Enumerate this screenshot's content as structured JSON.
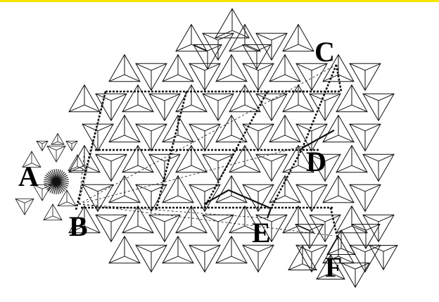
{
  "colors": {
    "top_rule": "#f2e600",
    "line": "#111111",
    "background": "#ffffff"
  },
  "figure": {
    "point_labels": [
      {
        "id": "A",
        "text": "A"
      },
      {
        "id": "B",
        "text": "B"
      },
      {
        "id": "C",
        "text": "C"
      },
      {
        "id": "D",
        "text": "D"
      },
      {
        "id": "E",
        "text": "E"
      },
      {
        "id": "F",
        "text": "F"
      }
    ]
  }
}
